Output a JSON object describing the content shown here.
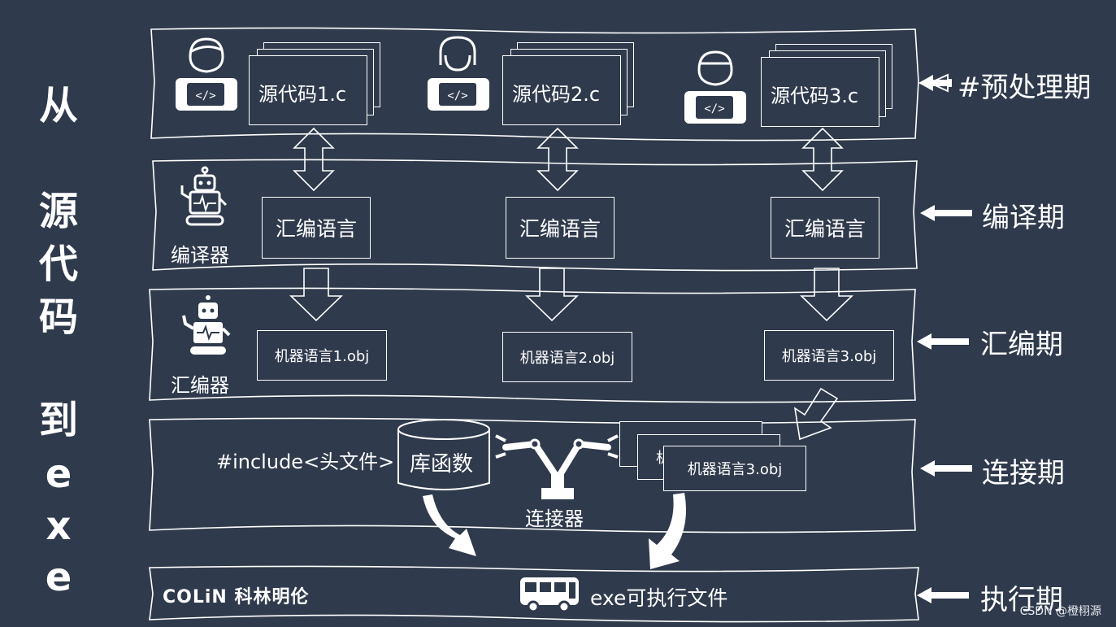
{
  "side_title": [
    "从",
    "源",
    "代",
    "码",
    "到",
    "e",
    "x",
    "e"
  ],
  "stages": {
    "preprocess": "#预处理期",
    "compile": "编译期",
    "assemble": "汇编期",
    "link": "连接期",
    "execute": "执行期"
  },
  "sources": [
    "源代码1.c",
    "源代码2.c",
    "源代码3.c"
  ],
  "assembly": [
    "汇编语言",
    "汇编语言",
    "汇编语言"
  ],
  "compiler_label": "编译器",
  "assembler_label": "汇编器",
  "objects": [
    "机器语言1.obj",
    "机器语言2.obj",
    "机器语言3.obj"
  ],
  "link": {
    "include": "#include<头文件>",
    "library": "库函数",
    "linker_label": "连接器",
    "obj_front": "机器语言3.obj",
    "obj_peek": "机"
  },
  "execute": {
    "logo": "COLiN 科林明伦",
    "exe": "exe可执行文件"
  },
  "credit": "CSDN @橙栩源",
  "colors": {
    "background": "#2f3a4c",
    "foreground": "#ffffff"
  }
}
